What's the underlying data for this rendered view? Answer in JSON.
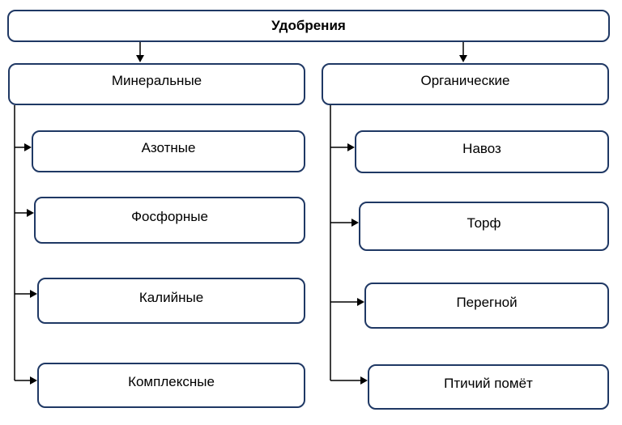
{
  "diagram": {
    "title": "Удобрения",
    "root": {
      "label": "Удобрения"
    },
    "branches": [
      {
        "label": "Минеральные",
        "children": [
          "Азотные",
          "Фосфорные",
          "Калийные",
          "Комплексные"
        ]
      },
      {
        "label": "Органические",
        "children": [
          "Навоз",
          "Торф",
          "Перегной",
          "Птичий помёт"
        ]
      }
    ],
    "colors": {
      "box_border": "#1f3864",
      "box_fill": "#ffffff",
      "connector": "#000000",
      "text": "#000000",
      "background": "#ffffff"
    }
  }
}
